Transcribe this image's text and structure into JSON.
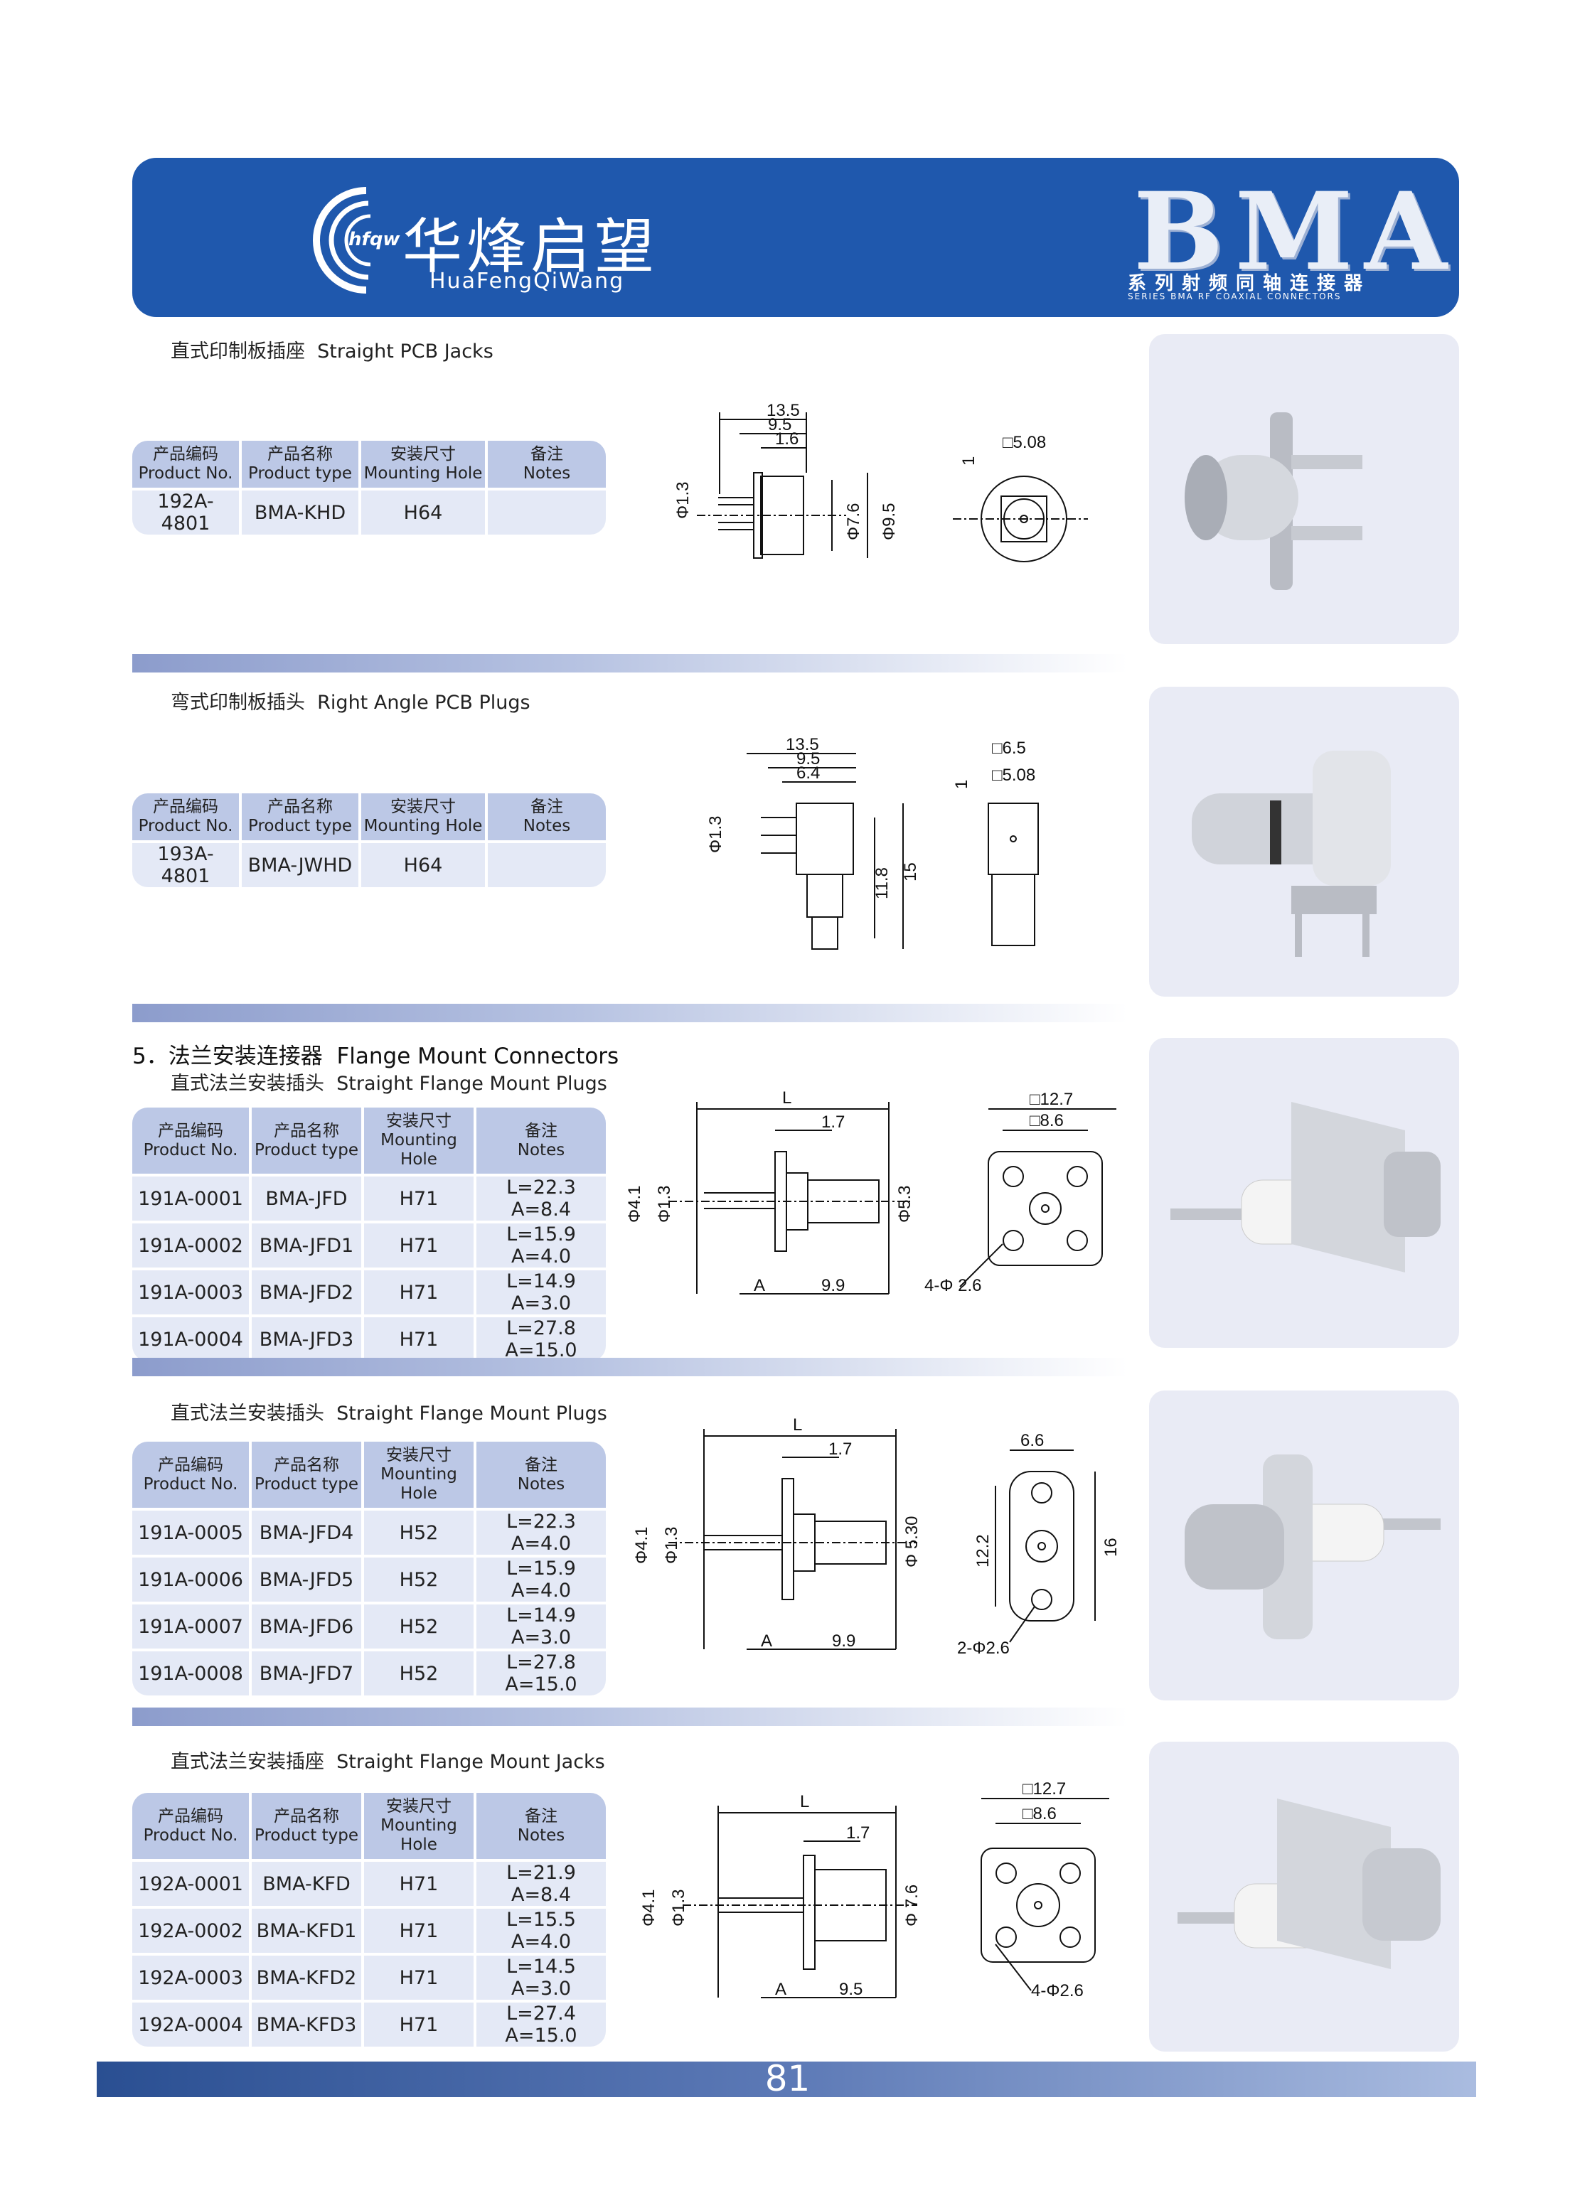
{
  "header": {
    "logo_mark": "hfqw",
    "brand_cn": "华烽启望",
    "brand_en": "HuaFengQiWang",
    "series_title": "BMA",
    "series_cn": "系列射频同轴连接器",
    "series_en": "SERIES BMA RF COAXIAL CONNECTORS"
  },
  "table_headers": {
    "code_cn": "产品编码",
    "code_en": "Product No.",
    "name_cn": "产品名称",
    "name_en": "Product type",
    "hole_cn": "安装尺寸",
    "hole_en": "Mounting Hole",
    "notes_cn": "备注",
    "notes_en": "Notes"
  },
  "section5": {
    "num": "5．法兰安装连接器",
    "title_en": "Flange Mount Connectors"
  },
  "sections": [
    {
      "title_cn": "直式印制板插座",
      "title_en": "Straight PCB Jacks",
      "rows": [
        {
          "code": "192A-4801",
          "type": "BMA-KHD",
          "hole": "H64",
          "notes": ""
        }
      ],
      "dims": [
        "13.5",
        "9.5",
        "1.6",
        "Φ1.3",
        "Φ7.6",
        "Φ9.5",
        "1",
        "□5.08"
      ]
    },
    {
      "title_cn": "弯式印制板插头",
      "title_en": "Right Angle PCB Plugs",
      "rows": [
        {
          "code": "193A-4801",
          "type": "BMA-JWHD",
          "hole": "H64",
          "notes": ""
        }
      ],
      "dims": [
        "13.5",
        "9.5",
        "6.4",
        "Φ1.3",
        "11.8",
        "15",
        "1",
        "□6.5",
        "□5.08"
      ]
    },
    {
      "title_cn": "直式法兰安装插头",
      "title_en": "Straight Flange Mount Plugs",
      "rows": [
        {
          "code": "191A-0001",
          "type": "BMA-JFD",
          "hole": "H71",
          "notes": "L=22.3 A=8.4"
        },
        {
          "code": "191A-0002",
          "type": "BMA-JFD1",
          "hole": "H71",
          "notes": "L=15.9 A=4.0"
        },
        {
          "code": "191A-0003",
          "type": "BMA-JFD2",
          "hole": "H71",
          "notes": "L=14.9 A=3.0"
        },
        {
          "code": "191A-0004",
          "type": "BMA-JFD3",
          "hole": "H71",
          "notes": "L=27.8 A=15.0"
        }
      ],
      "dims": [
        "L",
        "1.7",
        "Φ4.1",
        "Φ1.3",
        "Φ5.3",
        "A",
        "9.9",
        "□12.7",
        "□8.6",
        "4-Φ 2.6"
      ]
    },
    {
      "title_cn": "直式法兰安装插头",
      "title_en": "Straight Flange Mount Plugs",
      "rows": [
        {
          "code": "191A-0005",
          "type": "BMA-JFD4",
          "hole": "H52",
          "notes": "L=22.3 A=4.0"
        },
        {
          "code": "191A-0006",
          "type": "BMA-JFD5",
          "hole": "H52",
          "notes": "L=15.9 A=4.0"
        },
        {
          "code": "191A-0007",
          "type": "BMA-JFD6",
          "hole": "H52",
          "notes": "L=14.9 A=3.0"
        },
        {
          "code": "191A-0008",
          "type": "BMA-JFD7",
          "hole": "H52",
          "notes": "L=27.8 A=15.0"
        }
      ],
      "dims": [
        "L",
        "1.7",
        "Φ4.1",
        "Φ1.3",
        "Φ 5.30",
        "A",
        "9.9",
        "6.6",
        "12.2",
        "16",
        "2-Φ2.6"
      ]
    },
    {
      "title_cn": "直式法兰安装插座",
      "title_en": "Straight Flange Mount Jacks",
      "rows": [
        {
          "code": "192A-0001",
          "type": "BMA-KFD",
          "hole": "H71",
          "notes": "L=21.9 A=8.4"
        },
        {
          "code": "192A-0002",
          "type": "BMA-KFD1",
          "hole": "H71",
          "notes": "L=15.5 A=4.0"
        },
        {
          "code": "192A-0003",
          "type": "BMA-KFD2",
          "hole": "H71",
          "notes": "L=14.5 A=3.0"
        },
        {
          "code": "192A-0004",
          "type": "BMA-KFD3",
          "hole": "H71",
          "notes": "L=27.4 A=15.0"
        }
      ],
      "dims": [
        "L",
        "1.7",
        "Φ4.1",
        "Φ1.3",
        "Φ 7.6",
        "A",
        "9.5",
        "□12.7",
        "□8.6",
        "4-Φ2.6"
      ]
    }
  ],
  "page_number": "81",
  "colors": {
    "banner": "#1f58ad",
    "table_header": "#bcc8e6",
    "table_row": "#e4e9f6",
    "photo_bg": "#e9ebf5"
  }
}
